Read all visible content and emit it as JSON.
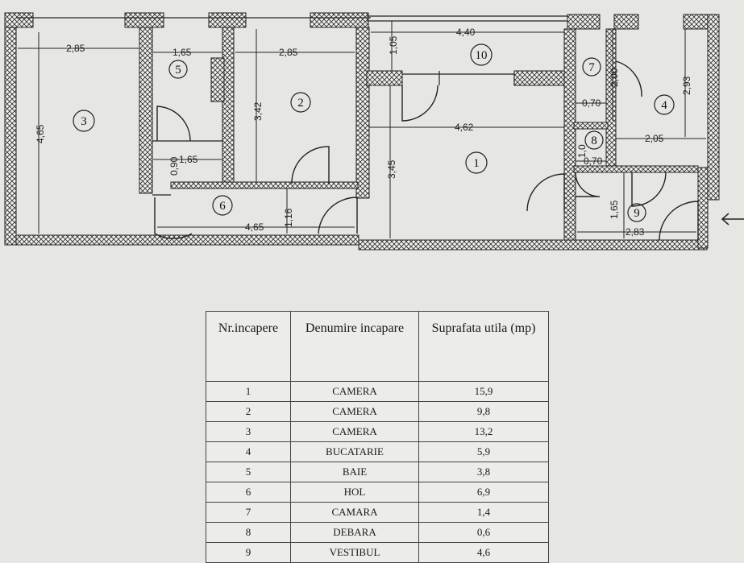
{
  "plan": {
    "dimensions": {
      "r3_width": "2,85",
      "r3_height": "4,65",
      "r5_width": "1,65",
      "r5_hall_width": "1,65",
      "r5_small": "0,90",
      "r2_width": "2,85",
      "r2_height": "3,42",
      "r10_width": "4,40",
      "r10_depth": "1,05",
      "r1_width": "4,62",
      "r1_height": "3,45",
      "r6_width": "4,65",
      "r6_height": "1,16",
      "r7_height": "2,00",
      "r7_width": "0,70",
      "r4_width": "2,05",
      "r4_height": "2,93",
      "r8_width": "0,70",
      "r8_height": "1,0",
      "r9_width": "2,83",
      "r9_height": "1,65"
    },
    "room_numbers": [
      "1",
      "2",
      "3",
      "4",
      "5",
      "6",
      "7",
      "8",
      "9",
      "10"
    ]
  },
  "legend": {
    "headers": {
      "nr": "Nr.incapere",
      "name": "Denumire incapare",
      "area": "Suprafata utila (mp)"
    },
    "rows": [
      {
        "nr": "1",
        "name": "CAMERA",
        "area": "15,9"
      },
      {
        "nr": "2",
        "name": "CAMERA",
        "area": "9,8"
      },
      {
        "nr": "3",
        "name": "CAMERA",
        "area": "13,2"
      },
      {
        "nr": "4",
        "name": "BUCATARIE",
        "area": "5,9"
      },
      {
        "nr": "5",
        "name": "BAIE",
        "area": "3,8"
      },
      {
        "nr": "6",
        "name": "HOL",
        "area": "6,9"
      },
      {
        "nr": "7",
        "name": "CAMARA",
        "area": "1,4"
      },
      {
        "nr": "8",
        "name": "DEBARA",
        "area": "0,6"
      },
      {
        "nr": "9",
        "name": "VESTIBUL",
        "area": "4,6"
      }
    ]
  },
  "colors": {
    "paper": "#e6e6e2",
    "ink": "#222222",
    "wall_hatch": "#333333"
  }
}
